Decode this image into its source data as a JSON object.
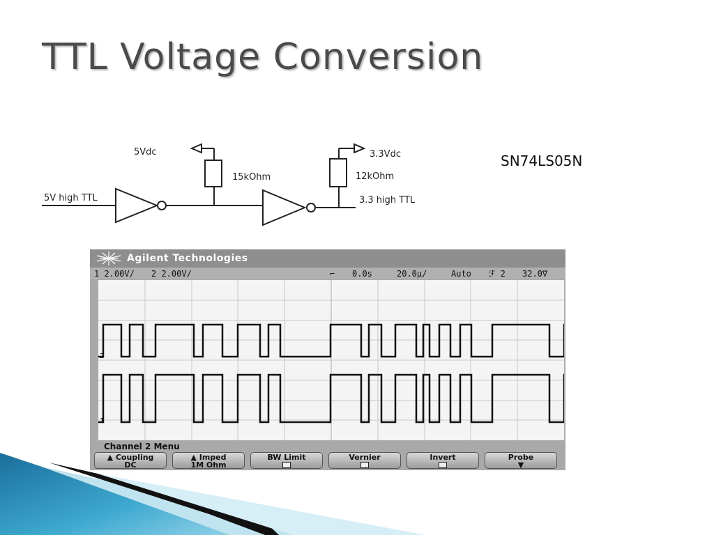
{
  "slide": {
    "title": "TTL Voltage Conversion",
    "part_number": "SN74LS05N"
  },
  "circuit": {
    "input_label": "5V high TTL",
    "supply1_label": "5Vdc",
    "resistor1_label": "15kOhm",
    "supply2_label": "3.3Vdc",
    "resistor2_label": "12kOhm",
    "output_label": "3.3 high TTL"
  },
  "scope": {
    "brand": "Agilent Technologies",
    "ch1_scale": "1 2.00V/",
    "ch2_scale": "2 2.00V/",
    "time_offset": "0.0s",
    "time_scale": "20.0µ/",
    "trigger_mode": "Auto",
    "trigger_source": "ℱ 2",
    "trigger_level": "32.0∇",
    "ch2_marker": "2",
    "ch1_marker": "1",
    "menu_title": "Channel  2  Menu",
    "softkeys": [
      {
        "line1": "▲ Coupling",
        "line2": "DC"
      },
      {
        "line1": "▲  Imped",
        "line2": "1M  Ohm"
      },
      {
        "line1": "BW  Limit",
        "line2": ""
      },
      {
        "line1": "Vernier",
        "line2": ""
      },
      {
        "line1": "Invert",
        "line2": ""
      },
      {
        "line1": "Probe",
        "line2": ""
      }
    ],
    "colors": {
      "trace": "#111111",
      "grid": "#c8c8c8",
      "bezel": "#a9a9a9",
      "screen": "#f4f4f4"
    },
    "ch2_pulse_edges": [
      7,
      33,
      45,
      64,
      82,
      137,
      150,
      178,
      200,
      232,
      244,
      261,
      333,
      377,
      388,
      406,
      426,
      456,
      466,
      475,
      489,
      505,
      519,
      535,
      565,
      647,
      668,
      678
    ],
    "ch1_pulse_edges": [
      7,
      33,
      45,
      64,
      82,
      137,
      150,
      178,
      200,
      232,
      244,
      261,
      333,
      377,
      388,
      406,
      426,
      456,
      466,
      475,
      489,
      505,
      519,
      535,
      565,
      647,
      668,
      678
    ]
  }
}
